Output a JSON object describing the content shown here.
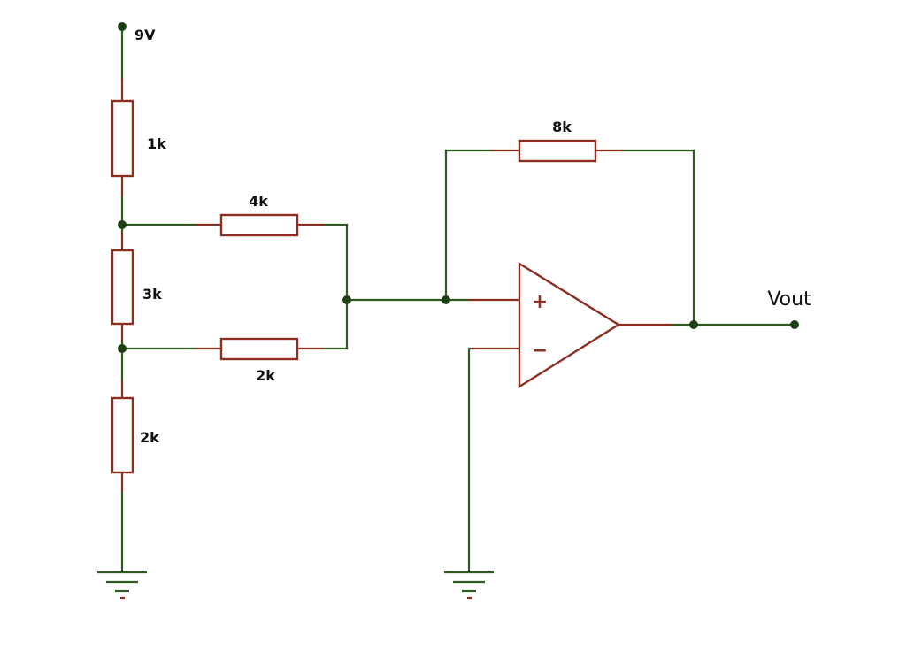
{
  "supply": {
    "label": "9V"
  },
  "resistors": {
    "r_top": "1k",
    "r_mid": "3k",
    "r_bottom": "2k",
    "r_upper_branch": "4k",
    "r_lower_branch": "2k",
    "r_feedback": "8k"
  },
  "opamp": {
    "plus_sign": "+",
    "minus_sign": "−"
  },
  "output": {
    "label": "Vout"
  },
  "colors": {
    "wire": "#2f5a22",
    "component": "#8c2e20",
    "node": "#1e3f12"
  }
}
